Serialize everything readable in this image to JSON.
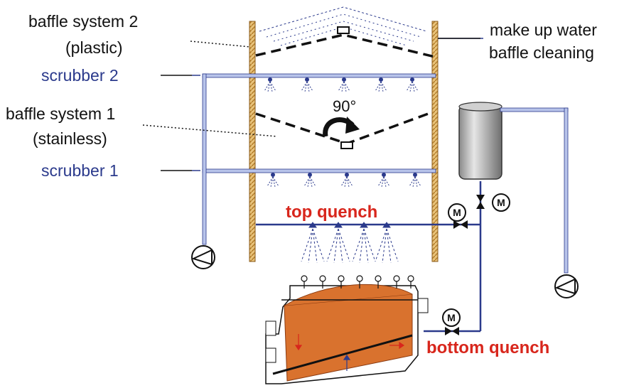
{
  "labels": {
    "baffle2_title": "baffle system 2",
    "baffle2_material": "(plastic)",
    "scrubber2": "scrubber 2",
    "baffle1_title": "baffle system 1",
    "baffle1_material": "(stainless)",
    "rotation": "90°",
    "scrubber1": "scrubber 1",
    "makeup_line1": "make up water",
    "makeup_line2": "baffle cleaning",
    "top_quench": "top quench",
    "bottom_quench": "bottom quench",
    "motor": "M"
  },
  "colors": {
    "pipe_blue": "#2b3a8c",
    "pipe_light": "#b8c4ea",
    "column_wall": "#d9a34a",
    "quench_red": "#d8261c",
    "bed_orange": "#d9722e"
  },
  "icons": [
    "pump-icon",
    "motor-valve-icon",
    "spray-nozzle-icon",
    "rotation-arrow-icon",
    "water-tank-icon"
  ]
}
